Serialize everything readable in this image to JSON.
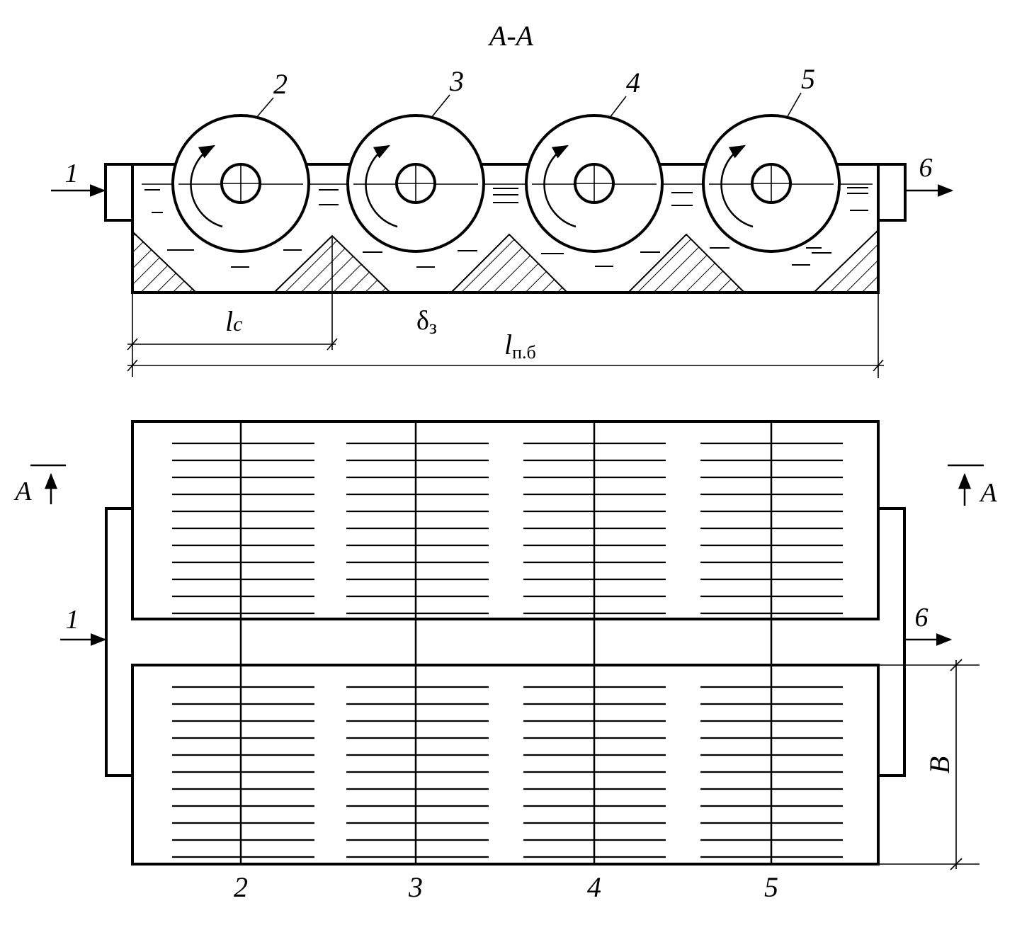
{
  "section": {
    "title": "A-A",
    "inlet_label": "1",
    "outlet_label": "6",
    "drum_labels": [
      "2",
      "3",
      "4",
      "5"
    ],
    "dim_lc": {
      "main": "l",
      "sub": "c"
    },
    "dim_delta": {
      "main": "δ",
      "sub": "з"
    },
    "dim_lpb": {
      "main": "l",
      "sub": "п.б"
    }
  },
  "plan": {
    "inlet_label": "1",
    "outlet_label": "6",
    "section_mark_left": "A",
    "section_mark_right": "A",
    "drum_labels": [
      "2",
      "3",
      "4",
      "5"
    ],
    "dim_b": "B"
  }
}
